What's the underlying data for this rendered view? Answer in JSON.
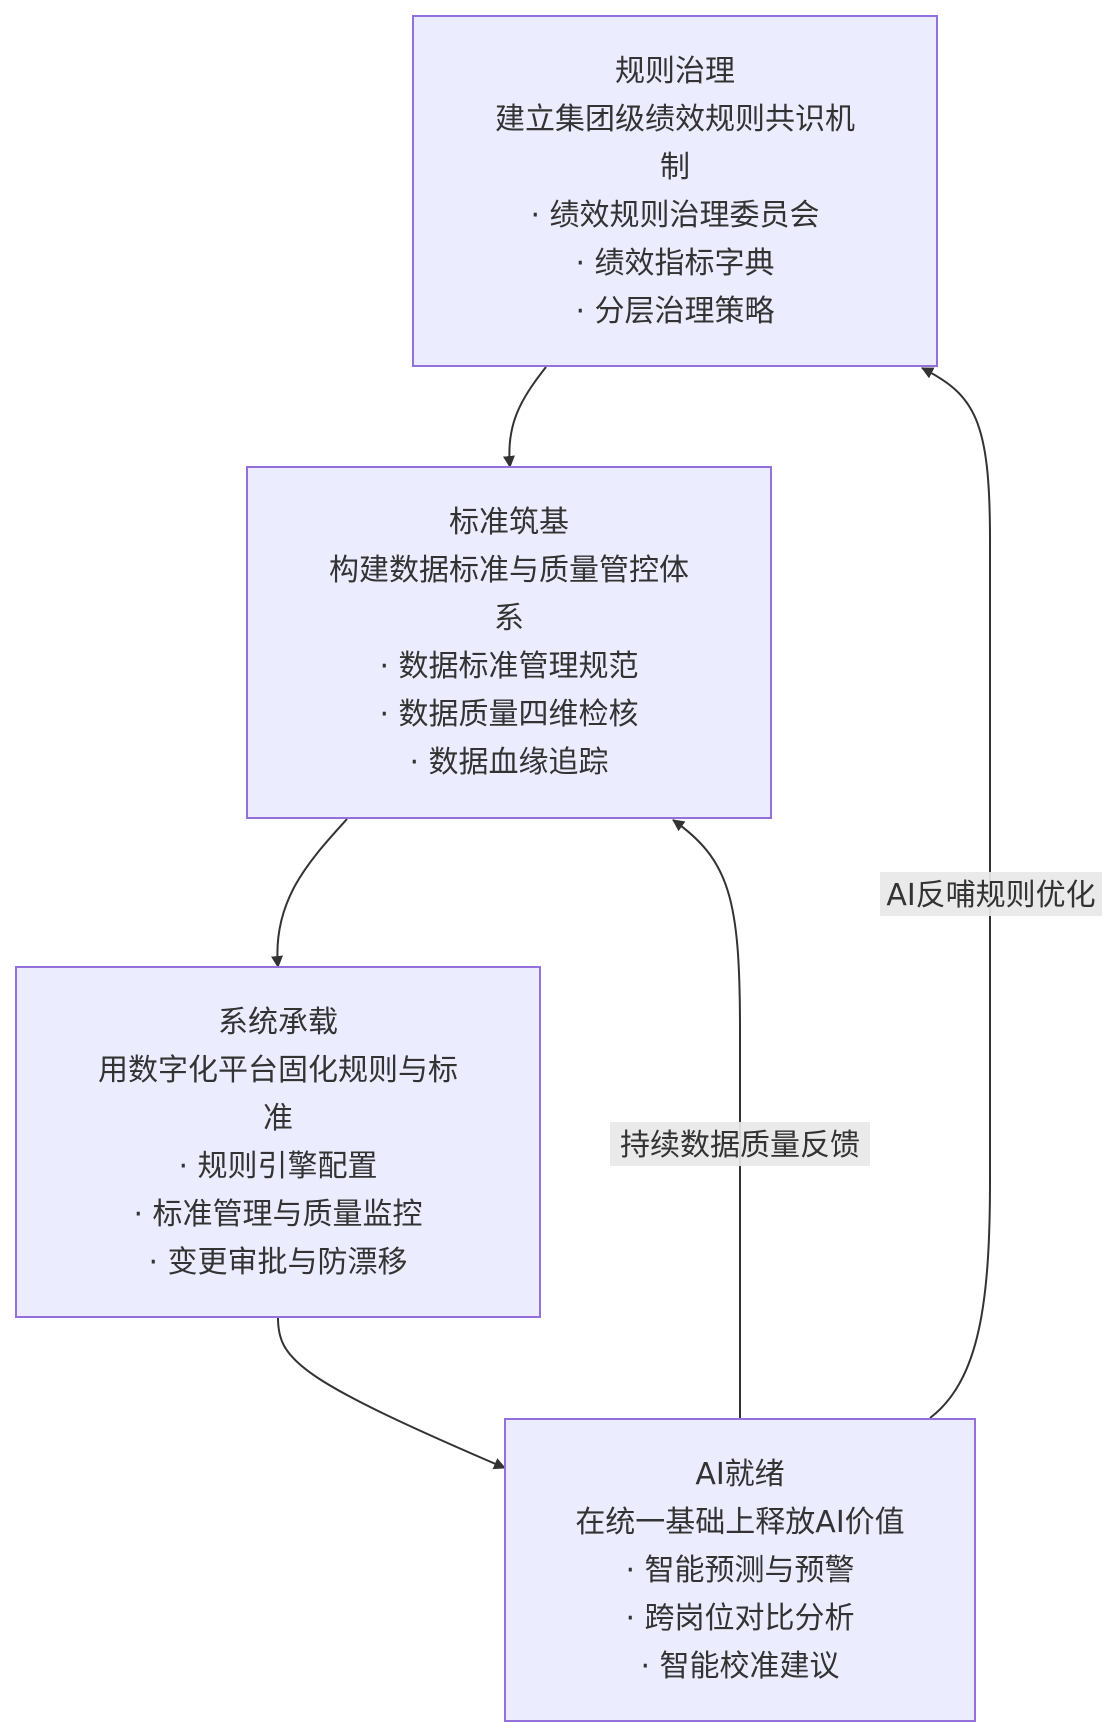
{
  "nodes": [
    {
      "id": "governance",
      "lines": [
        "规则治理",
        "建立集团级绩效规则共识机",
        "制",
        "· 绩效规则治理委员会",
        "· 绩效指标字典",
        "· 分层治理策略"
      ]
    },
    {
      "id": "standards",
      "lines": [
        "标准筑基",
        "构建数据标准与质量管控体",
        "系",
        "· 数据标准管理规范",
        "· 数据质量四维检核",
        "· 数据血缘追踪"
      ]
    },
    {
      "id": "system",
      "lines": [
        "系统承载",
        "用数字化平台固化规则与标",
        "准",
        "· 规则引擎配置",
        "· 标准管理与质量监控",
        "· 变更审批与防漂移"
      ]
    },
    {
      "id": "ai",
      "lines": [
        "AI就绪",
        "在统一基础上释放AI价值",
        "· 智能预测与预警",
        "· 跨岗位对比分析",
        "· 智能校准建议"
      ]
    }
  ],
  "edges": [
    {
      "from": "governance",
      "to": "standards",
      "label": ""
    },
    {
      "from": "standards",
      "to": "system",
      "label": ""
    },
    {
      "from": "system",
      "to": "ai",
      "label": ""
    },
    {
      "from": "ai",
      "to": "standards",
      "label": "持续数据质量反馈"
    },
    {
      "from": "ai",
      "to": "governance",
      "label": "AI反哺规则优化"
    }
  ]
}
